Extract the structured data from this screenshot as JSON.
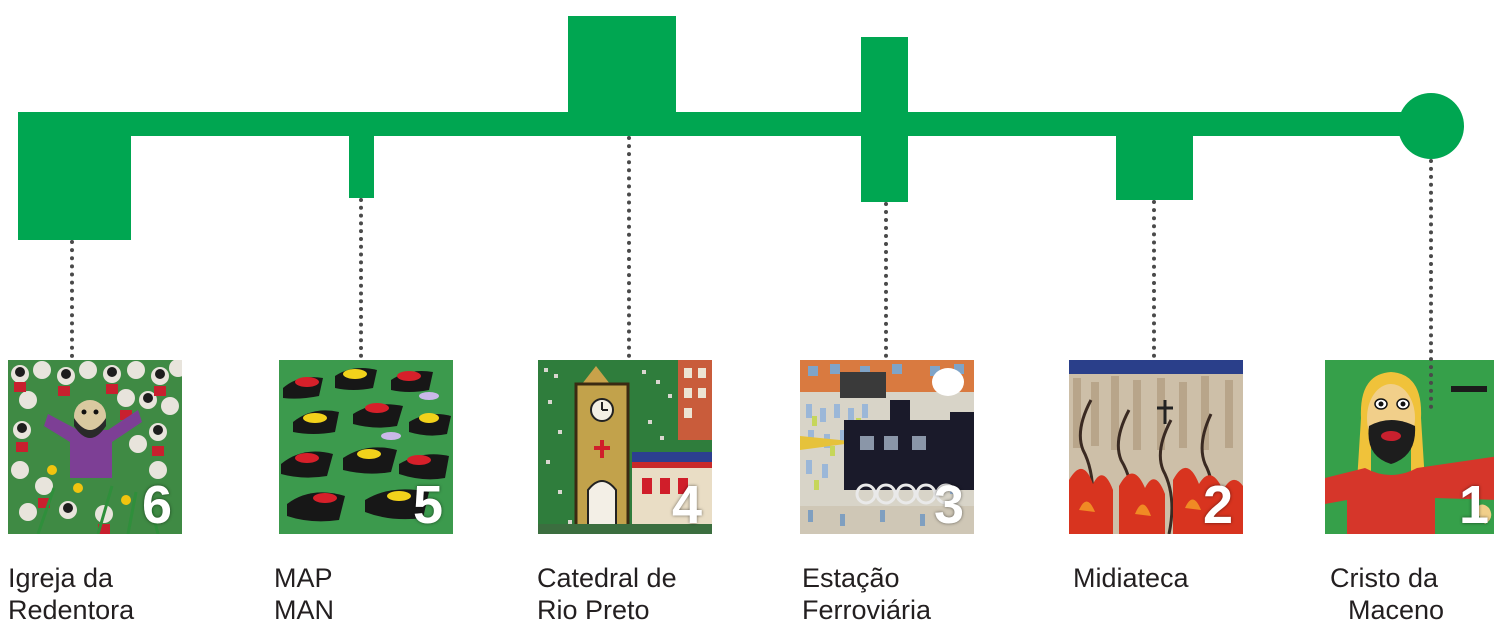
{
  "colors": {
    "line": "#00a651",
    "connector": "#4a4a4a",
    "label": "#231f20"
  },
  "stations": [
    {
      "number": "6",
      "line1": "Igreja da",
      "line2": "Redentora",
      "shape": "square",
      "art": "crowd-painting"
    },
    {
      "number": "5",
      "line1": "MAP",
      "line2": "MAN",
      "shape": "small-rect",
      "art": "shoes-painting"
    },
    {
      "number": "4",
      "line1": "Catedral de",
      "line2": "Rio Preto",
      "shape": "square",
      "art": "cathedral-painting"
    },
    {
      "number": "3",
      "line1": "Estação",
      "line2": "Ferroviária",
      "shape": "tall-rect",
      "art": "train-painting"
    },
    {
      "number": "2",
      "line1": "Midiateca",
      "line2": "",
      "shape": "square",
      "art": "fire-painting"
    },
    {
      "number": "1",
      "line1": "Cristo da",
      "line2": "Maceno",
      "shape": "circle",
      "art": "christ-painting"
    }
  ]
}
